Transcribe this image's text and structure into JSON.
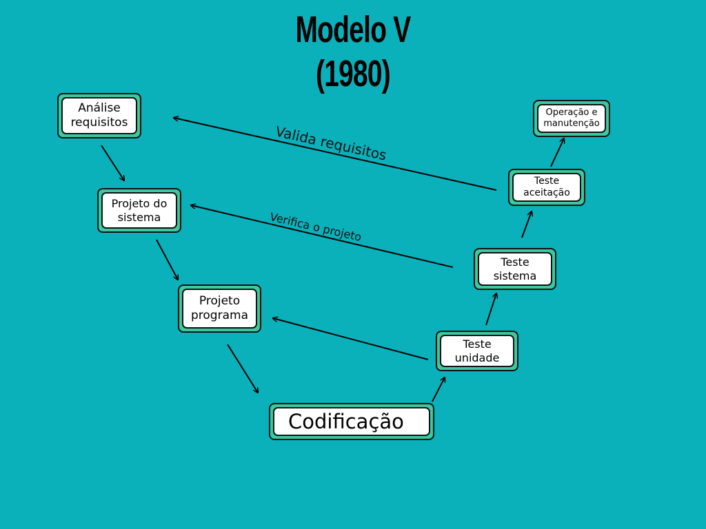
{
  "title": {
    "line1": "Modelo V",
    "line2": "(1980)"
  },
  "colors": {
    "background": "#0AB0BA",
    "box_border": "#3CC8A0"
  },
  "nodes": [
    {
      "id": "analise",
      "label": "Análise requisitos"
    },
    {
      "id": "projeto-sistema",
      "label": "Projeto do sistema"
    },
    {
      "id": "projeto-programa",
      "label": "Projeto programa"
    },
    {
      "id": "codificacao",
      "label": "Codificação"
    },
    {
      "id": "teste-unidade",
      "label": "Teste unidade"
    },
    {
      "id": "teste-sistema",
      "label": "Teste sistema"
    },
    {
      "id": "teste-aceitacao",
      "label": "Teste aceitação"
    },
    {
      "id": "operacao",
      "label": "Operação e manutenção"
    }
  ],
  "edge_labels": {
    "valida": "Valida requisitos",
    "verifica": "Verifica o projeto"
  }
}
